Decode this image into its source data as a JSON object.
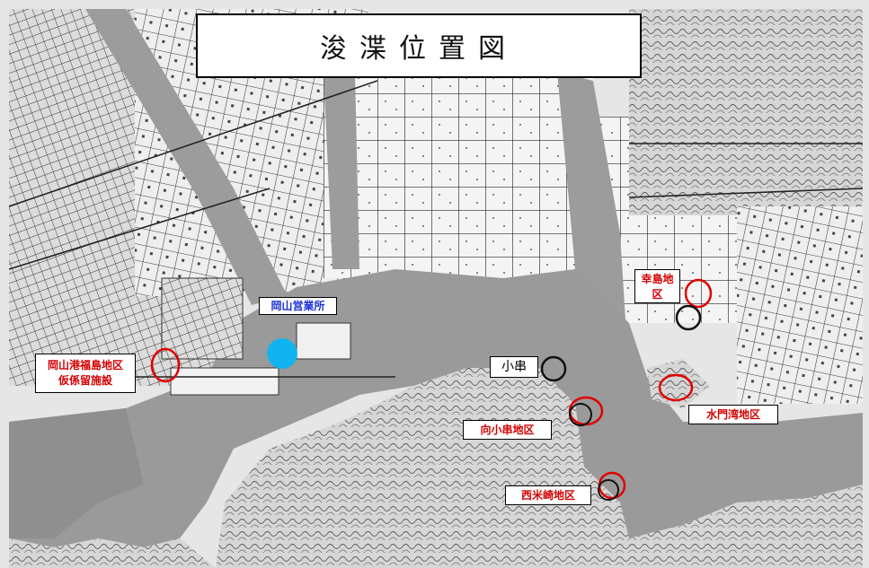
{
  "map": {
    "title": "浚渫位置図",
    "colors": {
      "water": "#9a9a9a",
      "land": "#e3e3e3",
      "urban": "#f0f0f0",
      "ink": "#2a2a2a",
      "hill": "#555555",
      "red_marker": "#e00000",
      "blue_marker": "#12b4ef",
      "black_marker": "#111111"
    },
    "labels": {
      "office": "岡山営業所",
      "fukushima_line1": "岡山港福島地区",
      "fukushima_line2": "仮係留施設",
      "kojima_line1": "幸島地",
      "kojima_line2": "区",
      "kogushi": "小串",
      "mukaikogushi": "向小串地区",
      "suimonwan": "水門湾地区",
      "nishiyonezaki": "西米崎地区"
    },
    "markers": [
      {
        "kind": "blue-dot",
        "site": "岡山営業所"
      },
      {
        "kind": "red-circle",
        "site": "岡山港福島地区 仮係留施設"
      },
      {
        "kind": "red-circle",
        "site": "幸島地区"
      },
      {
        "kind": "black-circle",
        "site": "幸島地区"
      },
      {
        "kind": "black-circle",
        "site": "小串"
      },
      {
        "kind": "red-circle",
        "site": "向小串地区"
      },
      {
        "kind": "black-circle",
        "site": "向小串地区"
      },
      {
        "kind": "red-circle",
        "site": "水門湾地区"
      },
      {
        "kind": "red-circle",
        "site": "西米崎地区"
      },
      {
        "kind": "black-circle",
        "site": "西米崎地区"
      }
    ]
  }
}
